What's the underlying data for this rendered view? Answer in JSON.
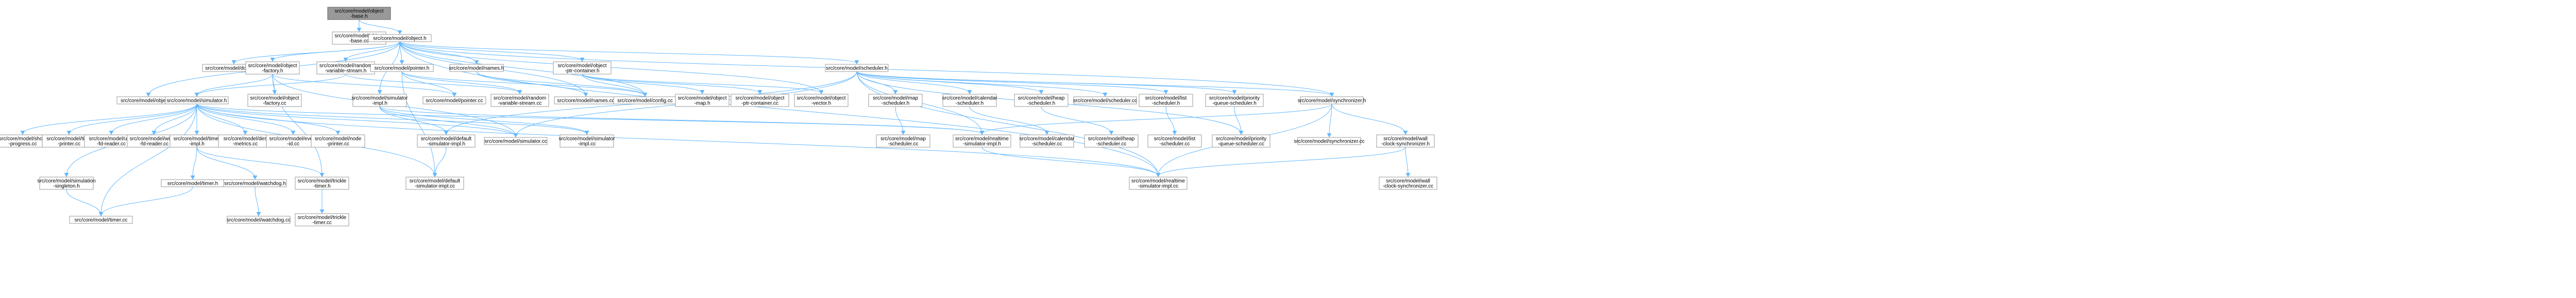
{
  "diagram": {
    "root": "n0",
    "nodes": [
      {
        "id": "n0",
        "lines": [
          "src/core/model/object",
          "-base.h"
        ],
        "root": true
      },
      {
        "id": "n1",
        "lines": [
          "src/core/model/object",
          "-base.cc"
        ]
      },
      {
        "id": "n2",
        "lines": [
          "src/core/model/object.h"
        ]
      },
      {
        "id": "n3",
        "lines": [
          "src/core/model/double.cc"
        ]
      },
      {
        "id": "n4",
        "lines": [
          "src/core/model/object",
          "-factory.h"
        ]
      },
      {
        "id": "n5",
        "lines": [
          "src/core/model/random",
          "-variable-stream.h"
        ]
      },
      {
        "id": "n6",
        "lines": [
          "src/core/model/pointer.h"
        ]
      },
      {
        "id": "n7",
        "lines": [
          "src/core/model/names.h"
        ]
      },
      {
        "id": "n8",
        "lines": [
          "src/core/model/object",
          "-ptr-container.h"
        ]
      },
      {
        "id": "n9",
        "lines": [
          "src/core/model/scheduler.h"
        ]
      },
      {
        "id": "n10",
        "lines": [
          "src/core/model/object.cc"
        ]
      },
      {
        "id": "n11",
        "lines": [
          "src/core/model/simulator.h"
        ]
      },
      {
        "id": "n12",
        "lines": [
          "src/core/model/object",
          "-factory.cc"
        ]
      },
      {
        "id": "n13",
        "lines": [
          "src/core/model/simulator",
          "-impl.h"
        ]
      },
      {
        "id": "n14",
        "lines": [
          "src/core/model/pointer.cc"
        ]
      },
      {
        "id": "n15",
        "lines": [
          "src/core/model/random",
          "-variable-stream.cc"
        ]
      },
      {
        "id": "n16",
        "lines": [
          "src/core/model/names.cc"
        ]
      },
      {
        "id": "n17",
        "lines": [
          "src/core/model/config.cc"
        ]
      },
      {
        "id": "n18",
        "lines": [
          "src/core/model/object",
          "-map.h"
        ]
      },
      {
        "id": "n19",
        "lines": [
          "src/core/model/object",
          "-ptr-container.cc"
        ]
      },
      {
        "id": "n20",
        "lines": [
          "src/core/model/object",
          "-vector.h"
        ]
      },
      {
        "id": "n21",
        "lines": [
          "src/core/model/map",
          "-scheduler.h"
        ]
      },
      {
        "id": "n22",
        "lines": [
          "src/core/model/calendar",
          "-scheduler.h"
        ]
      },
      {
        "id": "n23",
        "lines": [
          "src/core/model/heap",
          "-scheduler.h"
        ]
      },
      {
        "id": "n24",
        "lines": [
          "src/core/model/scheduler.cc"
        ]
      },
      {
        "id": "n25",
        "lines": [
          "src/core/model/list",
          "-scheduler.h"
        ]
      },
      {
        "id": "n26",
        "lines": [
          "src/core/model/priority",
          "-queue-scheduler.h"
        ]
      },
      {
        "id": "n27",
        "lines": [
          "src/core/model/synchronizer.h"
        ]
      },
      {
        "id": "n28",
        "lines": [
          "src/core/model/show",
          "-progress.cc"
        ]
      },
      {
        "id": "n29",
        "lines": [
          "src/core/model/time",
          "-printer.cc"
        ]
      },
      {
        "id": "n30",
        "lines": [
          "src/core/model/unix",
          "-fd-reader.cc"
        ]
      },
      {
        "id": "n31",
        "lines": [
          "src/core/model/win32",
          "-fd-reader.cc"
        ]
      },
      {
        "id": "n32",
        "lines": [
          "src/core/model/timer",
          "-impl.h"
        ]
      },
      {
        "id": "n33",
        "lines": [
          "src/core/model/des",
          "-metrics.cc"
        ]
      },
      {
        "id": "n34",
        "lines": [
          "src/core/model/event",
          "-id.cc"
        ]
      },
      {
        "id": "n35",
        "lines": [
          "src/core/model/node",
          "-printer.cc"
        ]
      },
      {
        "id": "n36",
        "lines": [
          "src/core/model/default",
          "-simulator-impl.h"
        ]
      },
      {
        "id": "n37",
        "lines": [
          "src/core/model/simulator.cc"
        ]
      },
      {
        "id": "n38",
        "lines": [
          "src/core/model/simulator",
          "-impl.cc"
        ]
      },
      {
        "id": "n39",
        "lines": [
          "src/core/model/map",
          "-scheduler.cc"
        ]
      },
      {
        "id": "n40",
        "lines": [
          "src/core/model/realtime",
          "-simulator-impl.h"
        ]
      },
      {
        "id": "n41",
        "lines": [
          "src/core/model/calendar",
          "-scheduler.cc"
        ]
      },
      {
        "id": "n42",
        "lines": [
          "src/core/model/heap",
          "-scheduler.cc"
        ]
      },
      {
        "id": "n43",
        "lines": [
          "src/core/model/list",
          "-scheduler.cc"
        ]
      },
      {
        "id": "n44",
        "lines": [
          "src/core/model/priority",
          "-queue-scheduler.cc"
        ]
      },
      {
        "id": "n45",
        "lines": [
          "src/core/model/synchronizer.cc"
        ]
      },
      {
        "id": "n46",
        "lines": [
          "src/core/model/wall",
          "-clock-synchronizer.h"
        ]
      },
      {
        "id": "n47",
        "lines": [
          "src/core/model/simulation",
          "-singleton.h"
        ]
      },
      {
        "id": "n48",
        "lines": [
          "src/core/model/timer.h"
        ]
      },
      {
        "id": "n49",
        "lines": [
          "src/core/model/watchdog.h"
        ]
      },
      {
        "id": "n50",
        "lines": [
          "src/core/model/trickle",
          "-timer.h"
        ]
      },
      {
        "id": "n51",
        "lines": [
          "src/core/model/default",
          "-simulator-impl.cc"
        ]
      },
      {
        "id": "n52",
        "lines": [
          "src/core/model/realtime",
          "-simulator-impl.cc"
        ]
      },
      {
        "id": "n53",
        "lines": [
          "src/core/model/wall",
          "-clock-synchronizer.cc"
        ]
      },
      {
        "id": "n54",
        "lines": [
          "src/core/model/timer.cc"
        ]
      },
      {
        "id": "n55",
        "lines": [
          "src/core/model/watchdog.cc"
        ]
      },
      {
        "id": "n56",
        "lines": [
          "src/core/model/trickle",
          "-timer.cc"
        ]
      }
    ],
    "edges": [
      [
        "n0",
        "n1"
      ],
      [
        "n0",
        "n2"
      ],
      [
        "n2",
        "n3"
      ],
      [
        "n2",
        "n4"
      ],
      [
        "n2",
        "n5"
      ],
      [
        "n2",
        "n6"
      ],
      [
        "n2",
        "n7"
      ],
      [
        "n2",
        "n8"
      ],
      [
        "n2",
        "n9"
      ],
      [
        "n2",
        "n10"
      ],
      [
        "n2",
        "n13"
      ],
      [
        "n2",
        "n16"
      ],
      [
        "n2",
        "n17"
      ],
      [
        "n2",
        "n20"
      ],
      [
        "n2",
        "n27"
      ],
      [
        "n2",
        "n52"
      ],
      [
        "n4",
        "n11"
      ],
      [
        "n4",
        "n12"
      ],
      [
        "n4",
        "n14"
      ],
      [
        "n4",
        "n50"
      ],
      [
        "n4",
        "n37"
      ],
      [
        "n5",
        "n15"
      ],
      [
        "n5",
        "n11"
      ],
      [
        "n6",
        "n15"
      ],
      [
        "n6",
        "n14"
      ],
      [
        "n6",
        "n17"
      ],
      [
        "n6",
        "n51"
      ],
      [
        "n7",
        "n16"
      ],
      [
        "n7",
        "n17"
      ],
      [
        "n8",
        "n17"
      ],
      [
        "n8",
        "n18"
      ],
      [
        "n8",
        "n19"
      ],
      [
        "n8",
        "n20"
      ],
      [
        "n9",
        "n21"
      ],
      [
        "n9",
        "n22"
      ],
      [
        "n9",
        "n23"
      ],
      [
        "n9",
        "n24"
      ],
      [
        "n9",
        "n25"
      ],
      [
        "n9",
        "n26"
      ],
      [
        "n9",
        "n37"
      ],
      [
        "n9",
        "n36"
      ],
      [
        "n9",
        "n40"
      ],
      [
        "n9",
        "n52"
      ],
      [
        "n9",
        "n44"
      ],
      [
        "n9",
        "n27"
      ],
      [
        "n11",
        "n28"
      ],
      [
        "n11",
        "n29"
      ],
      [
        "n11",
        "n30"
      ],
      [
        "n11",
        "n31"
      ],
      [
        "n11",
        "n32"
      ],
      [
        "n11",
        "n33"
      ],
      [
        "n11",
        "n34"
      ],
      [
        "n11",
        "n35"
      ],
      [
        "n11",
        "n37"
      ],
      [
        "n11",
        "n38"
      ],
      [
        "n11",
        "n47"
      ],
      [
        "n11",
        "n51"
      ],
      [
        "n11",
        "n52"
      ],
      [
        "n11",
        "n54"
      ],
      [
        "n11",
        "n40"
      ],
      [
        "n13",
        "n36"
      ],
      [
        "n13",
        "n37"
      ],
      [
        "n13",
        "n38"
      ],
      [
        "n13",
        "n40"
      ],
      [
        "n21",
        "n39"
      ],
      [
        "n22",
        "n41"
      ],
      [
        "n23",
        "n42"
      ],
      [
        "n25",
        "n43"
      ],
      [
        "n26",
        "n44"
      ],
      [
        "n27",
        "n45"
      ],
      [
        "n27",
        "n46"
      ],
      [
        "n27",
        "n40"
      ],
      [
        "n27",
        "n52"
      ],
      [
        "n32",
        "n48"
      ],
      [
        "n32",
        "n49"
      ],
      [
        "n32",
        "n50"
      ],
      [
        "n36",
        "n51"
      ],
      [
        "n40",
        "n52"
      ],
      [
        "n46",
        "n53"
      ],
      [
        "n46",
        "n52"
      ],
      [
        "n47",
        "n54"
      ],
      [
        "n48",
        "n54"
      ],
      [
        "n49",
        "n55"
      ],
      [
        "n50",
        "n56"
      ]
    ]
  }
}
